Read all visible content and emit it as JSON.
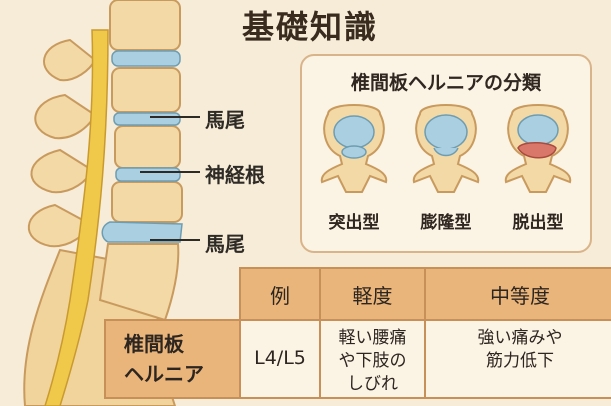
{
  "title": "基礎知識",
  "spine_labels": {
    "upper": "馬尾",
    "middle": "神経根",
    "lower": "馬尾"
  },
  "classification": {
    "title": "椎間板ヘルニアの分類",
    "types": [
      {
        "label": "突出型",
        "icon": "protrusion-disc-icon"
      },
      {
        "label": "膨隆型",
        "icon": "bulging-disc-icon"
      },
      {
        "label": "脱出型",
        "icon": "extrusion-disc-icon"
      }
    ]
  },
  "grade_table": {
    "headers": [
      "例",
      "軽度",
      "中等度"
    ],
    "row_header_line1": "椎間板",
    "row_header_line2": "ヘルニア",
    "example": "L4/L5",
    "mild_lines": [
      "軽い腰痛",
      "や下肢の",
      "しびれ"
    ],
    "moderate_lines": [
      "強い痛みや",
      "筋力低下"
    ]
  },
  "colors": {
    "background": "#f7ecd7",
    "bone": "#f3d9a6",
    "disc": "#a9cfe0",
    "nerve": "#f0c84a",
    "herniation": "#d9776a",
    "table_header": "#e9b57b"
  }
}
